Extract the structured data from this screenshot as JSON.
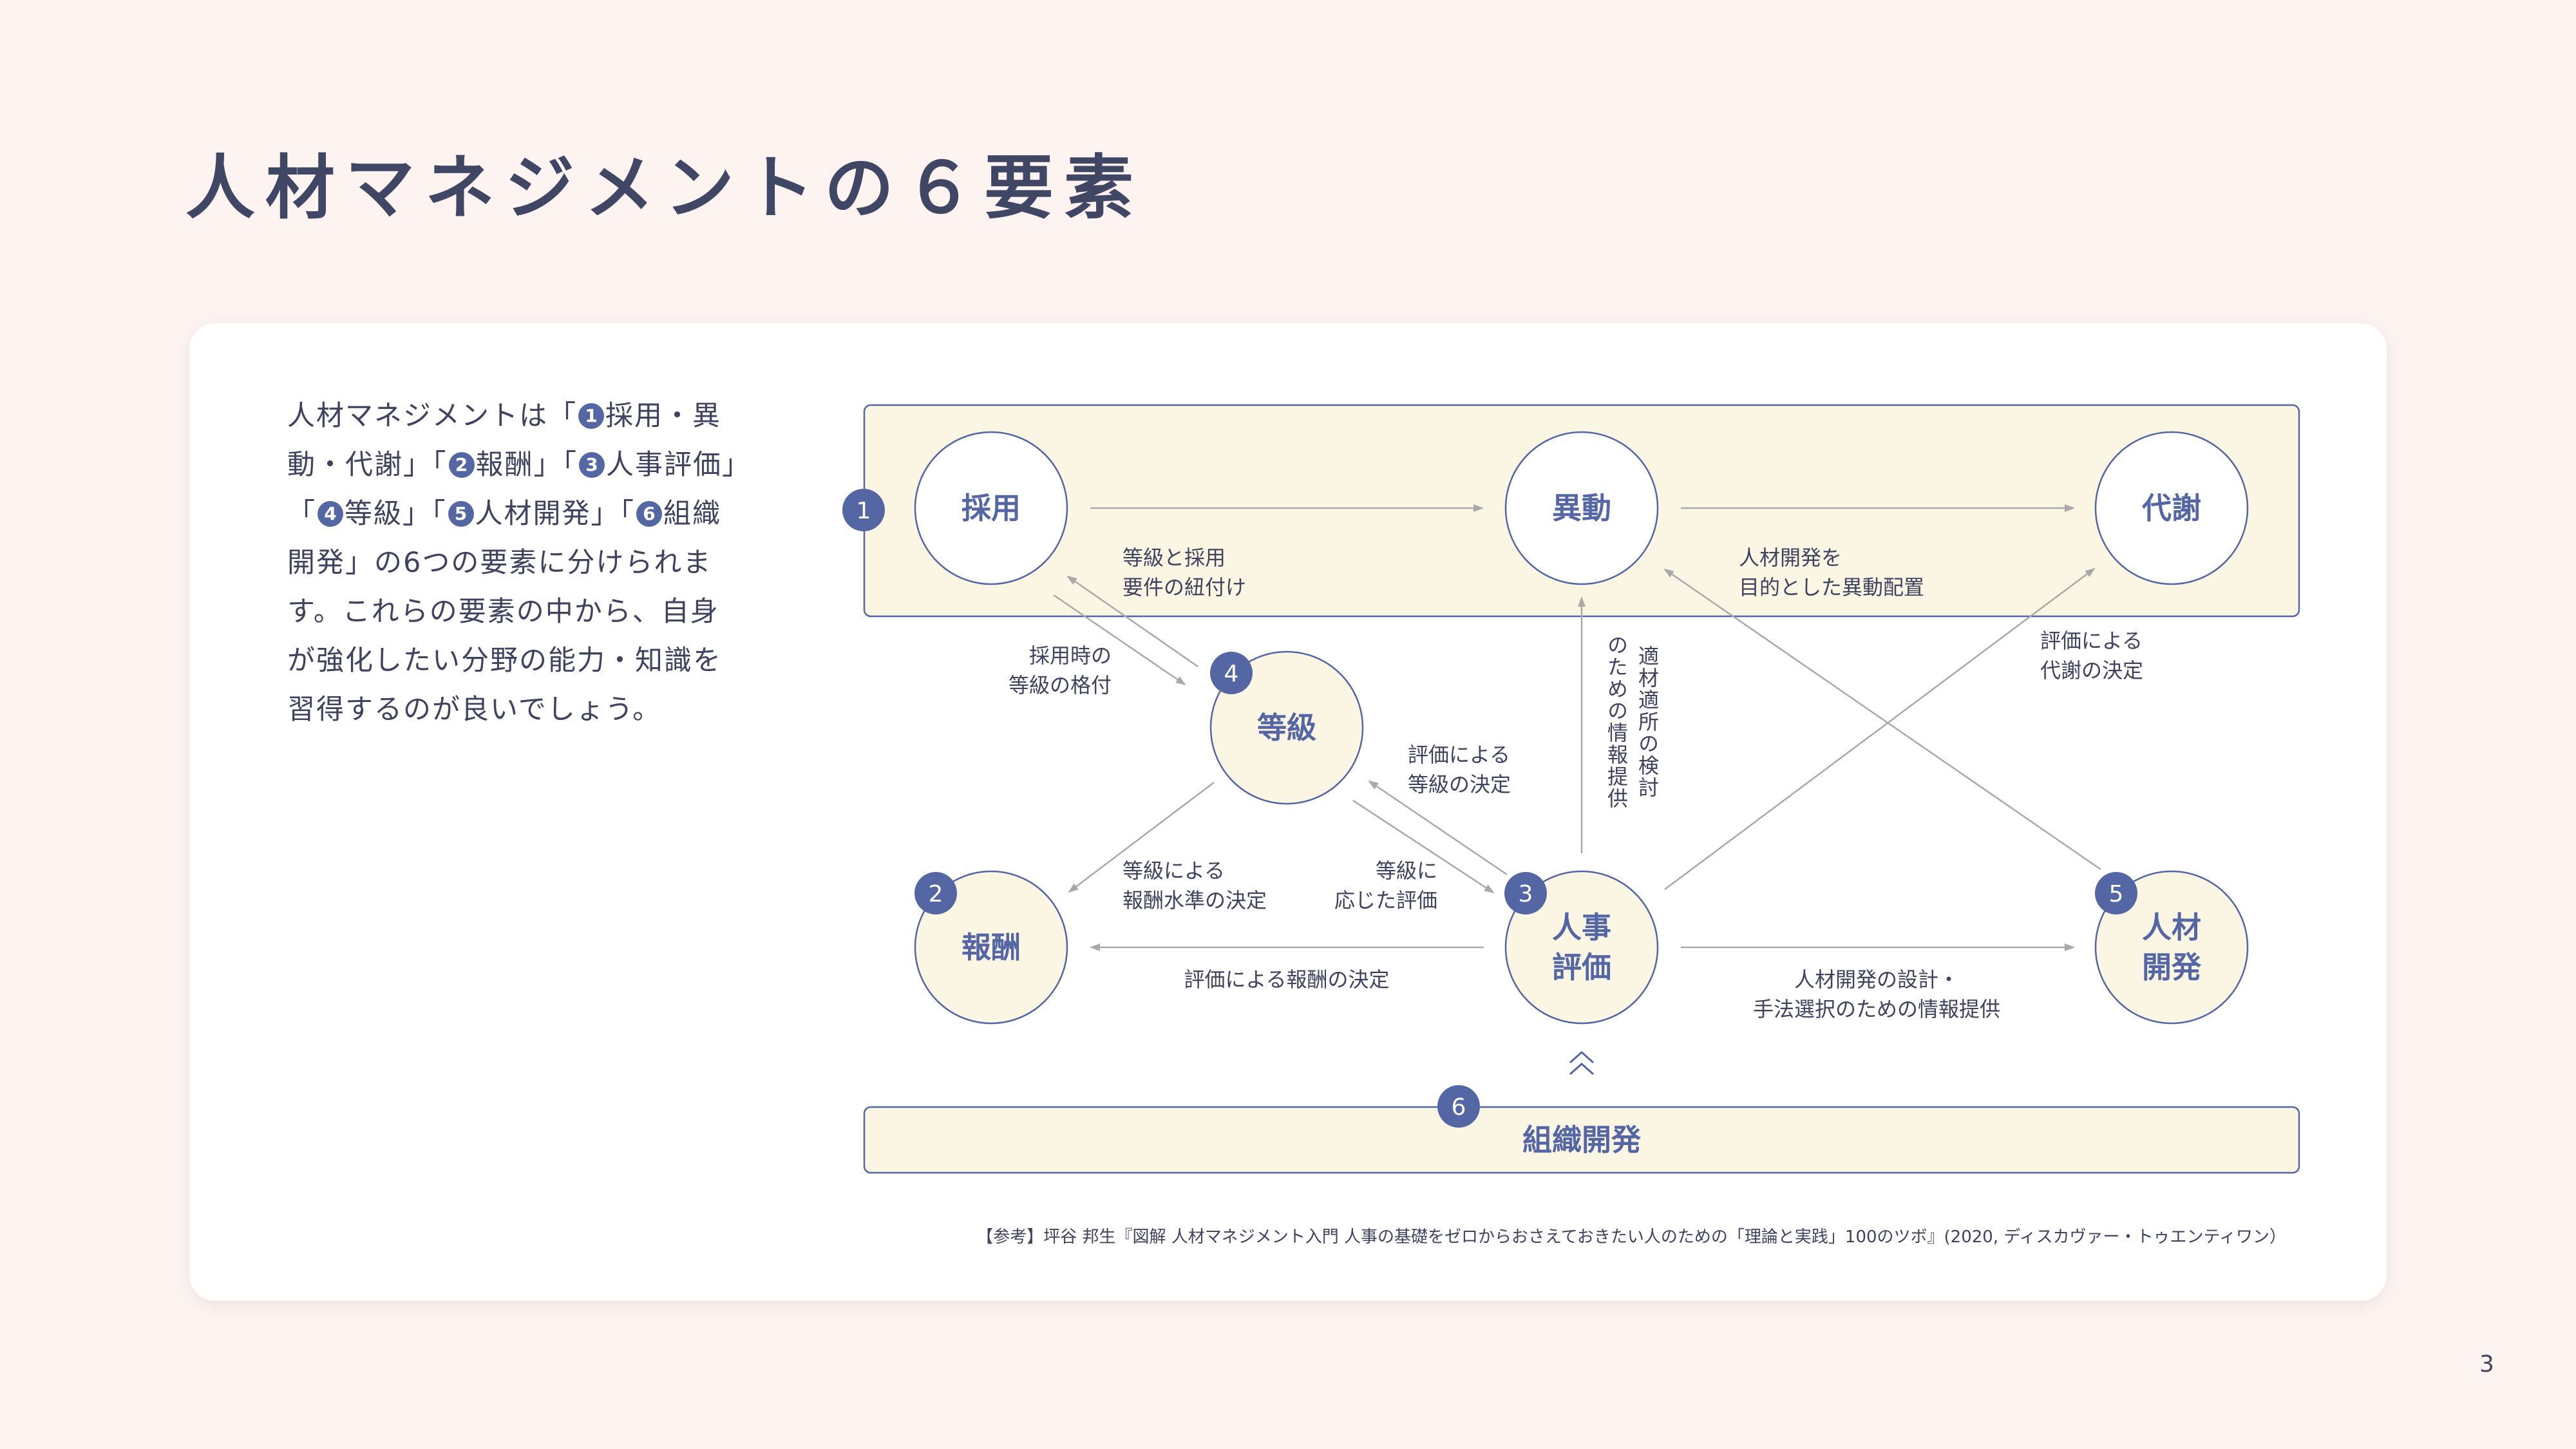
{
  "page": {
    "title": "人材マネジメントの６要素",
    "page_number": "3"
  },
  "intro": {
    "segments": [
      {
        "text": "人材マネジメントは「"
      },
      {
        "num": "1"
      },
      {
        "text": "採用・異動・代謝」「"
      },
      {
        "num": "2"
      },
      {
        "text": "報酬」「"
      },
      {
        "num": "3"
      },
      {
        "text": "人事評価」「"
      },
      {
        "num": "4"
      },
      {
        "text": "等級」「"
      },
      {
        "num": "5"
      },
      {
        "text": "人材開発」「"
      },
      {
        "num": "6"
      },
      {
        "text": "組織開発」の6つの要素に分けられます。これらの要素の中から、自身が強化したい分野の能力・知識を習得するのが良いでしょう。"
      }
    ]
  },
  "diagram": {
    "nodes": {
      "saiyo": "採用",
      "idou": "異動",
      "taisha": "代謝",
      "tokyu": "等級",
      "hoshu": "報酬",
      "jinji_hyoka": [
        "人事",
        "評価"
      ],
      "jinzai_kaihatsu": [
        "人材",
        "開発"
      ],
      "soshiki_kaihatsu": "組織開発"
    },
    "badges": {
      "b1": "1",
      "b2": "2",
      "b3": "3",
      "b4": "4",
      "b5": "5",
      "b6": "6"
    },
    "labels": {
      "tokyu_saiyo": [
        "等級と採用",
        "要件の紐付け"
      ],
      "jinzai_idou": [
        "人材開発を",
        "目的とした異動配置"
      ],
      "saiyo_tokyu": [
        "採用時の",
        "等級の格付"
      ],
      "hyoka_taisha": [
        "評価による",
        "代謝の決定"
      ],
      "hyoka_tokyu": [
        "評価による",
        "等級の決定"
      ],
      "tekizai": [
        "適材適所の検討",
        "のための情報提供"
      ],
      "tokyu_hoshu": [
        "等級による",
        "報酬水準の決定"
      ],
      "tokyu_hyoka": [
        "等級に",
        "応じた評価"
      ],
      "hyoka_hoshu": "評価による報酬の決定",
      "hyoka_kaihatsu": [
        "人材開発の設計・",
        "手法選択のための情報提供"
      ]
    },
    "colors": {
      "navy": "#5566a4",
      "band_fill": "#fbf6e4",
      "node_fill_warm": "#fbf6e4",
      "node_fill_white": "#ffffff",
      "arrow": "#a9a9a9",
      "text": "#3f4360"
    }
  },
  "reference": "【参考】坪谷 邦生『図解 人材マネジメント入門 人事の基礎をゼロからおさえておきたい人のための「理論と実践」100のツボ』(2020, ディスカヴァー・トゥエンティワン）"
}
